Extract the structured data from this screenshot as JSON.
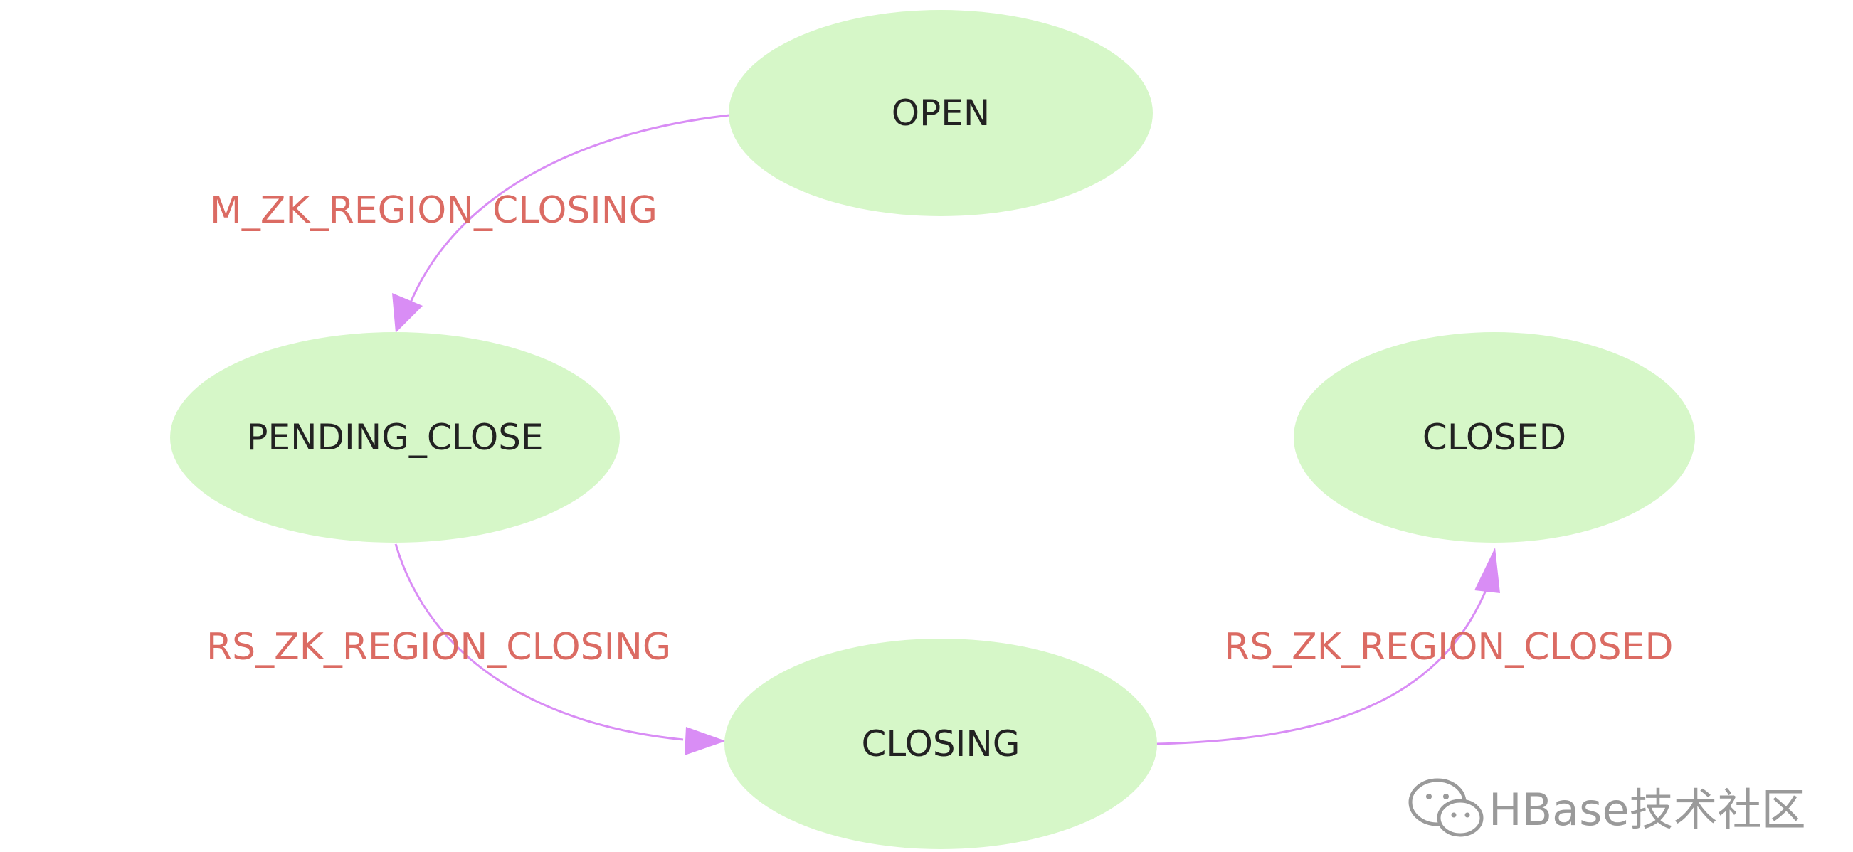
{
  "diagram": {
    "colors": {
      "node_fill": "#d6f7c8",
      "edge_color": "#d98df5",
      "edge_label_color": "#db6b63",
      "node_text_color": "#222222",
      "watermark_color": "#9a9a9a"
    },
    "nodes": {
      "open": "OPEN",
      "pending_close": "PENDING_CLOSE",
      "closing": "CLOSING",
      "closed": "CLOSED"
    },
    "edges": [
      {
        "from": "OPEN",
        "to": "PENDING_CLOSE",
        "label": "M_ZK_REGION_CLOSING"
      },
      {
        "from": "PENDING_CLOSE",
        "to": "CLOSING",
        "label": "RS_ZK_REGION_CLOSING"
      },
      {
        "from": "CLOSING",
        "to": "CLOSED",
        "label": "RS_ZK_REGION_CLOSED"
      }
    ]
  },
  "watermark": {
    "text": "HBase技术社区",
    "icon": "wechat-icon"
  }
}
